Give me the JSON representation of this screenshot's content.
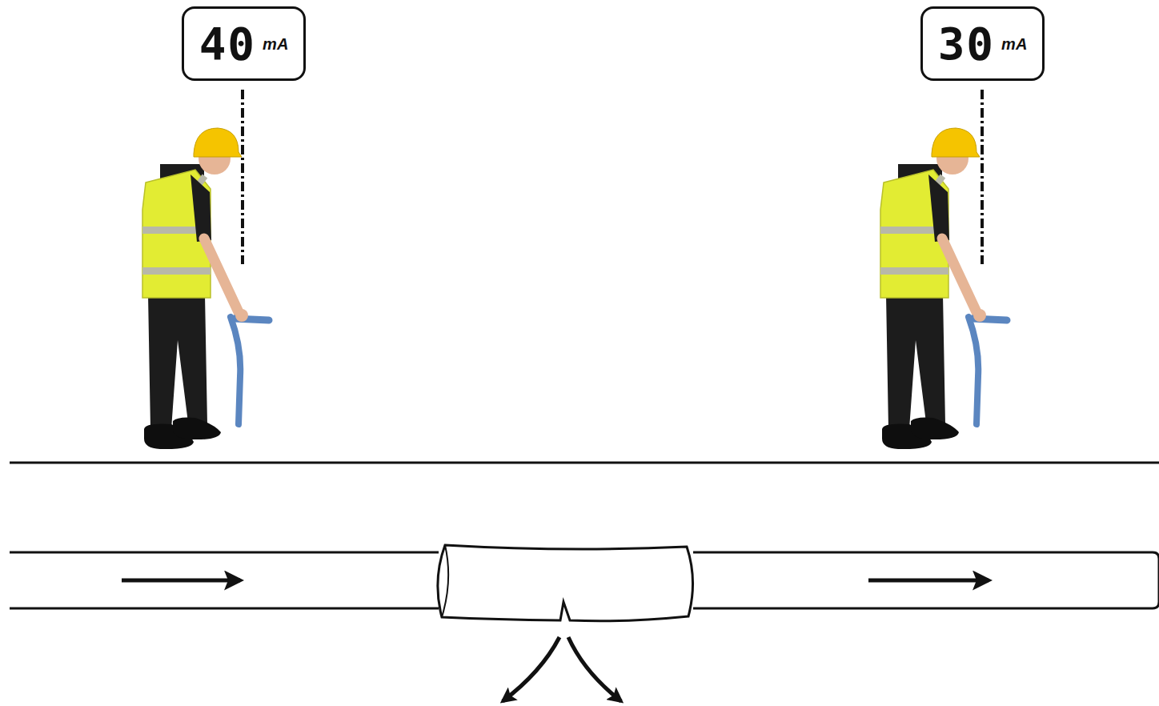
{
  "diagram": {
    "nodes": [
      {
        "text": [
          "40",
          "mA"
        ]
      },
      {
        "text": [
          "30",
          "mA"
        ]
      }
    ]
  }
}
